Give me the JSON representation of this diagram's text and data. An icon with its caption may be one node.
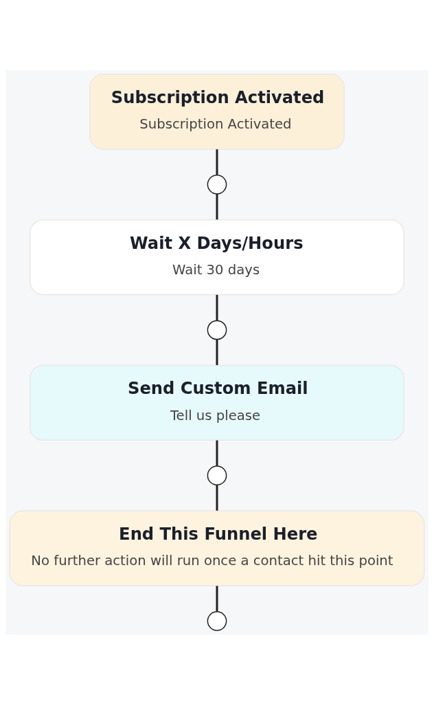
{
  "diagram": {
    "nodes": [
      {
        "text": [
          "Subscription Activated",
          "Subscription Activated"
        ]
      },
      {
        "text": [],
        "shape": "circle"
      },
      {
        "text": [
          "Wait X Days/Hours",
          "Wait 30 days"
        ]
      },
      {
        "text": [],
        "shape": "circle"
      },
      {
        "text": [
          "Send Custom Email",
          "Tell us please"
        ]
      },
      {
        "text": [],
        "shape": "circle"
      },
      {
        "text": [
          "End This Funnel Here",
          "No further action will run once a contact hit this point"
        ]
      },
      {
        "text": [],
        "shape": "circle"
      }
    ],
    "edges": [
      {
        "from": 0,
        "to": 1,
        "arrow": "none"
      },
      {
        "from": 1,
        "to": 2,
        "arrow": "none"
      },
      {
        "from": 2,
        "to": 3,
        "arrow": "none"
      },
      {
        "from": 3,
        "to": 4,
        "arrow": "none"
      },
      {
        "from": 4,
        "to": 5,
        "arrow": "none"
      },
      {
        "from": 5,
        "to": 6,
        "arrow": "none"
      },
      {
        "from": 6,
        "to": 7,
        "arrow": "none"
      }
    ]
  }
}
